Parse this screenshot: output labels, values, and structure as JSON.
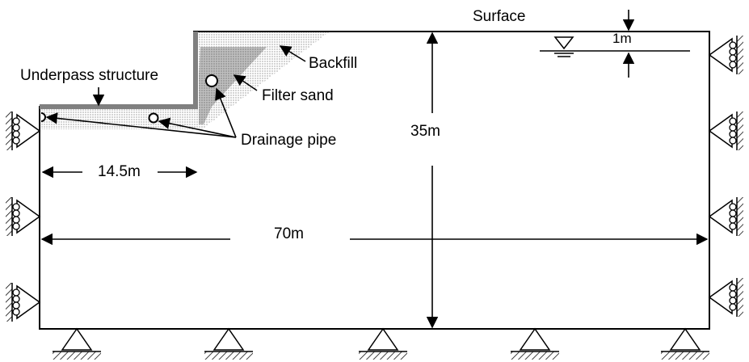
{
  "labels": {
    "surface": "Surface",
    "water_depth": "1m",
    "backfill": "Backfill",
    "underpass": "Underpass structure",
    "filter_sand": "Filter sand",
    "drainage_pipe": "Drainage pipe",
    "height": "35m",
    "offset": "14.5m",
    "width": "70m"
  },
  "colors": {
    "stroke": "#000000",
    "structure": "#808080",
    "filter_sand": "#bfbfbf"
  },
  "icons": {
    "water_table": "water-table-icon",
    "roller": "roller-support-icon",
    "pin": "pin-support-icon"
  }
}
